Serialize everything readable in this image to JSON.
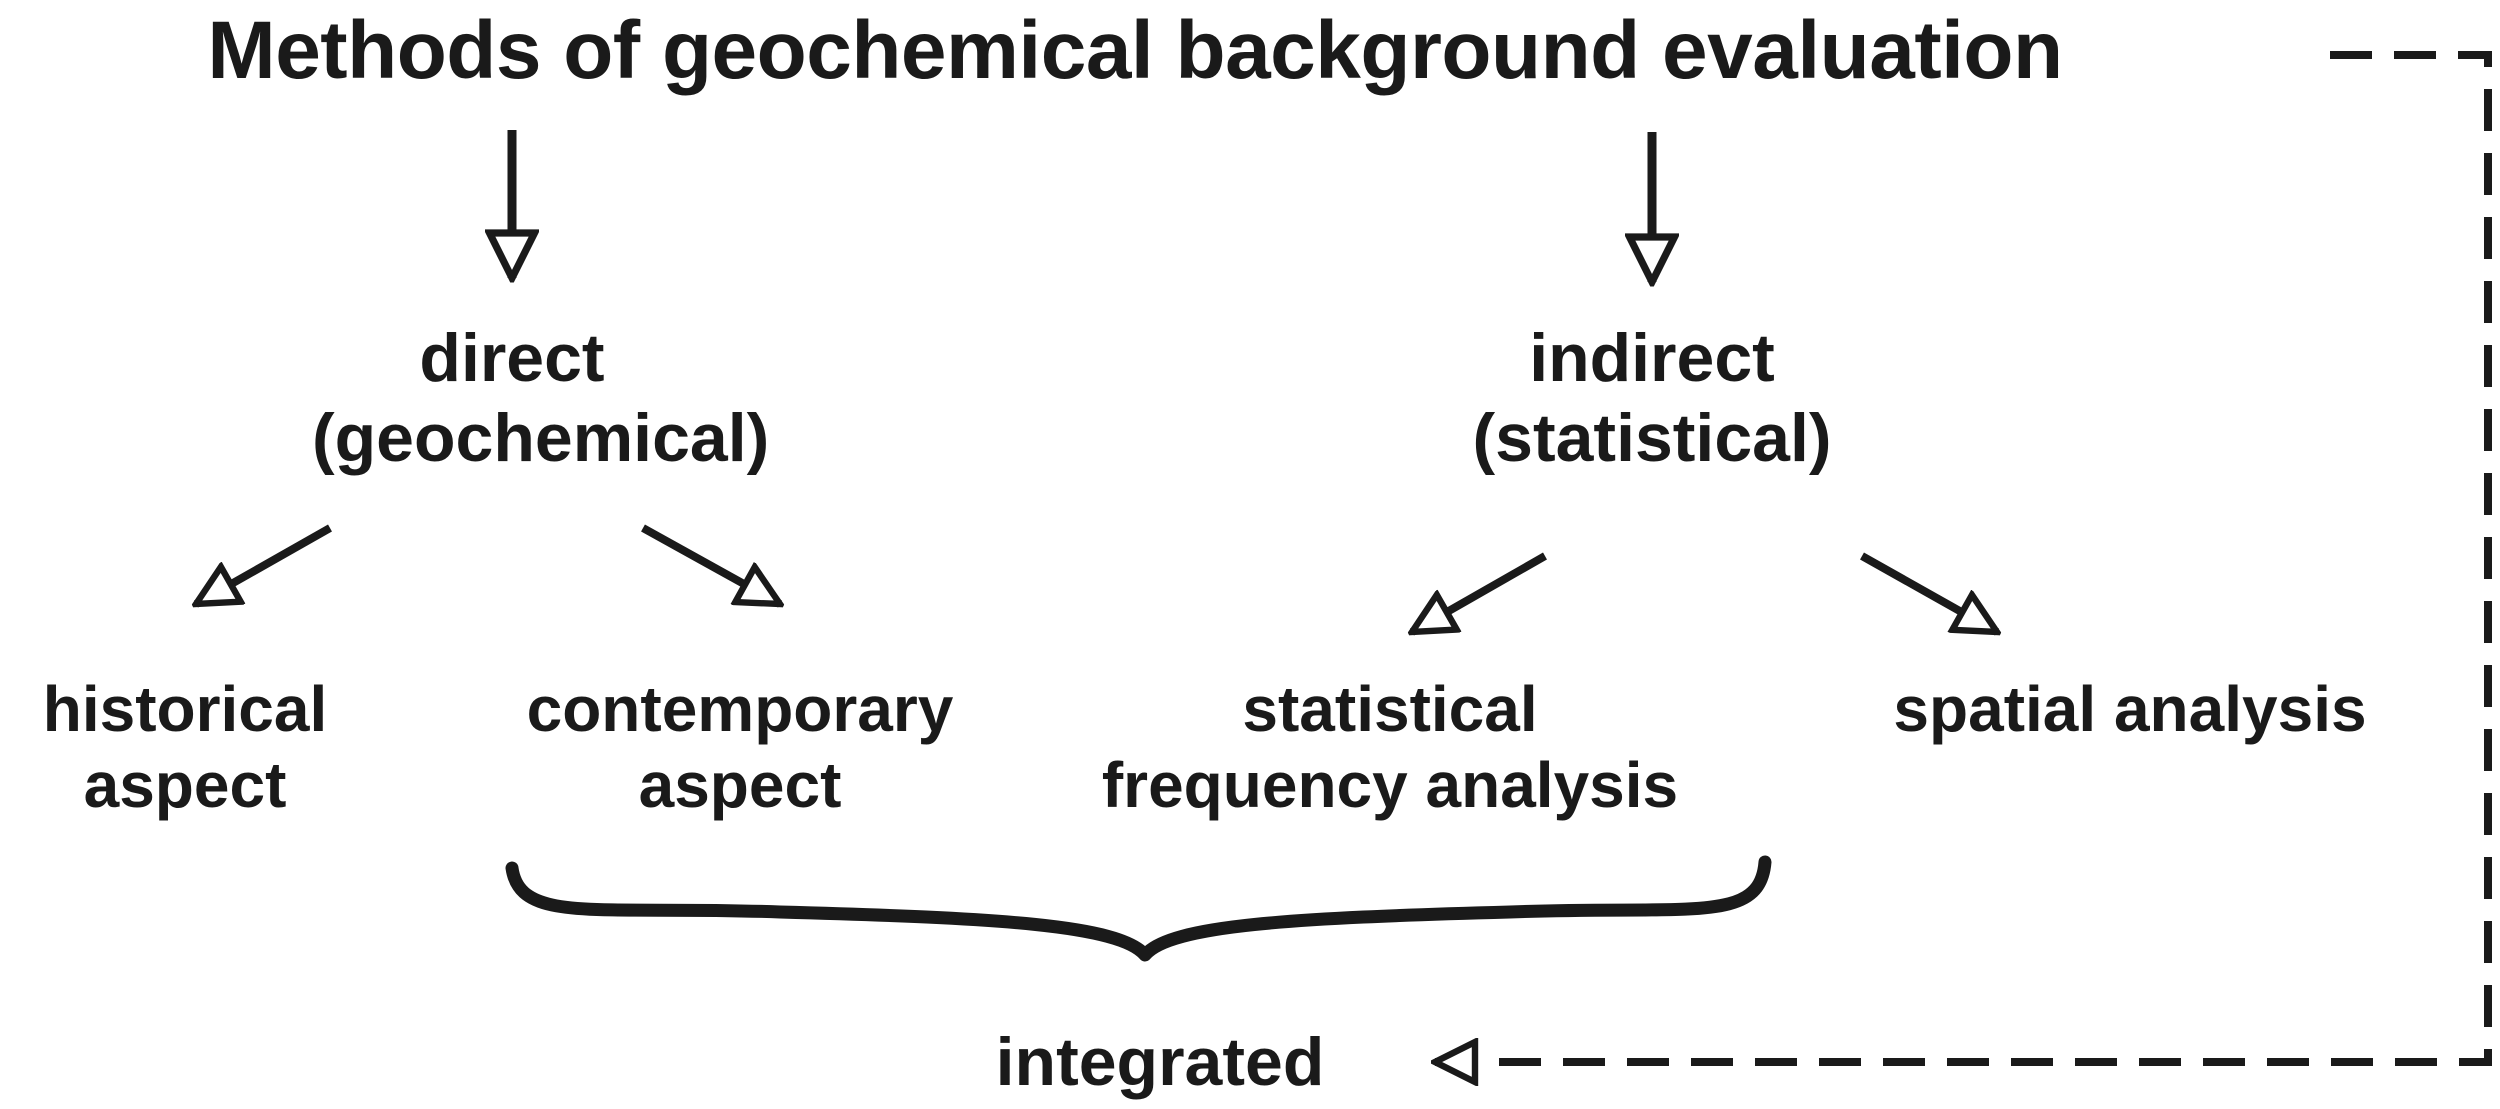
{
  "title": "Methods of geochemical background evaluation",
  "branches": {
    "direct": {
      "line1": "direct",
      "line2": "(geochemical)"
    },
    "indirect": {
      "line1": "indirect",
      "line2": "(statistical)"
    }
  },
  "leaves": {
    "historical": {
      "line1": "historical",
      "line2": "aspect"
    },
    "contemporary": {
      "line1": "contemporary",
      "line2": "aspect"
    },
    "statistical": {
      "line1": "statistical",
      "line2": "frequency analysis"
    },
    "spatial": {
      "line1": "spatial analysis"
    }
  },
  "integrated": "integrated",
  "colors": {
    "ink": "#1a1a1a",
    "background": "#ffffff"
  }
}
